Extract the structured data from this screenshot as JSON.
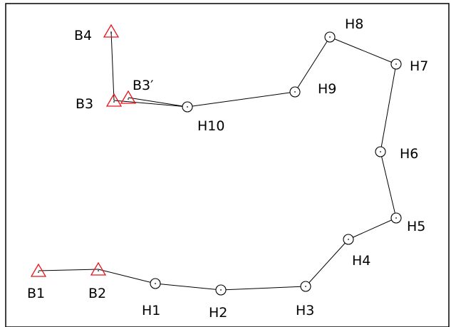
{
  "diagram": {
    "benchmarks": [
      {
        "id": "B1",
        "label": "B1"
      },
      {
        "id": "B2",
        "label": "B2"
      },
      {
        "id": "B3",
        "label": "B3"
      },
      {
        "id": "B3p",
        "label": "B3′"
      },
      {
        "id": "B4",
        "label": "B4"
      }
    ],
    "stations": [
      {
        "id": "H1",
        "label": "H1"
      },
      {
        "id": "H2",
        "label": "H2"
      },
      {
        "id": "H3",
        "label": "H3"
      },
      {
        "id": "H4",
        "label": "H4"
      },
      {
        "id": "H5",
        "label": "H5"
      },
      {
        "id": "H6",
        "label": "H6"
      },
      {
        "id": "H7",
        "label": "H7"
      },
      {
        "id": "H8",
        "label": "H8"
      },
      {
        "id": "H9",
        "label": "H9"
      },
      {
        "id": "H10",
        "label": "H10"
      }
    ],
    "connections": [
      [
        "B1",
        "B2"
      ],
      [
        "B2",
        "H1"
      ],
      [
        "H1",
        "H2"
      ],
      [
        "H2",
        "H3"
      ],
      [
        "H3",
        "H4"
      ],
      [
        "H4",
        "H5"
      ],
      [
        "H5",
        "H6"
      ],
      [
        "H6",
        "H7"
      ],
      [
        "H7",
        "H8"
      ],
      [
        "H8",
        "H9"
      ],
      [
        "H9",
        "H10"
      ],
      [
        "H10",
        "B3"
      ],
      [
        "H10",
        "B3p"
      ],
      [
        "B3",
        "B4"
      ]
    ],
    "colors": {
      "benchmark_marker": "#e8141c",
      "line": "#000000",
      "station_marker": "#000000",
      "frame": "#000000"
    }
  }
}
